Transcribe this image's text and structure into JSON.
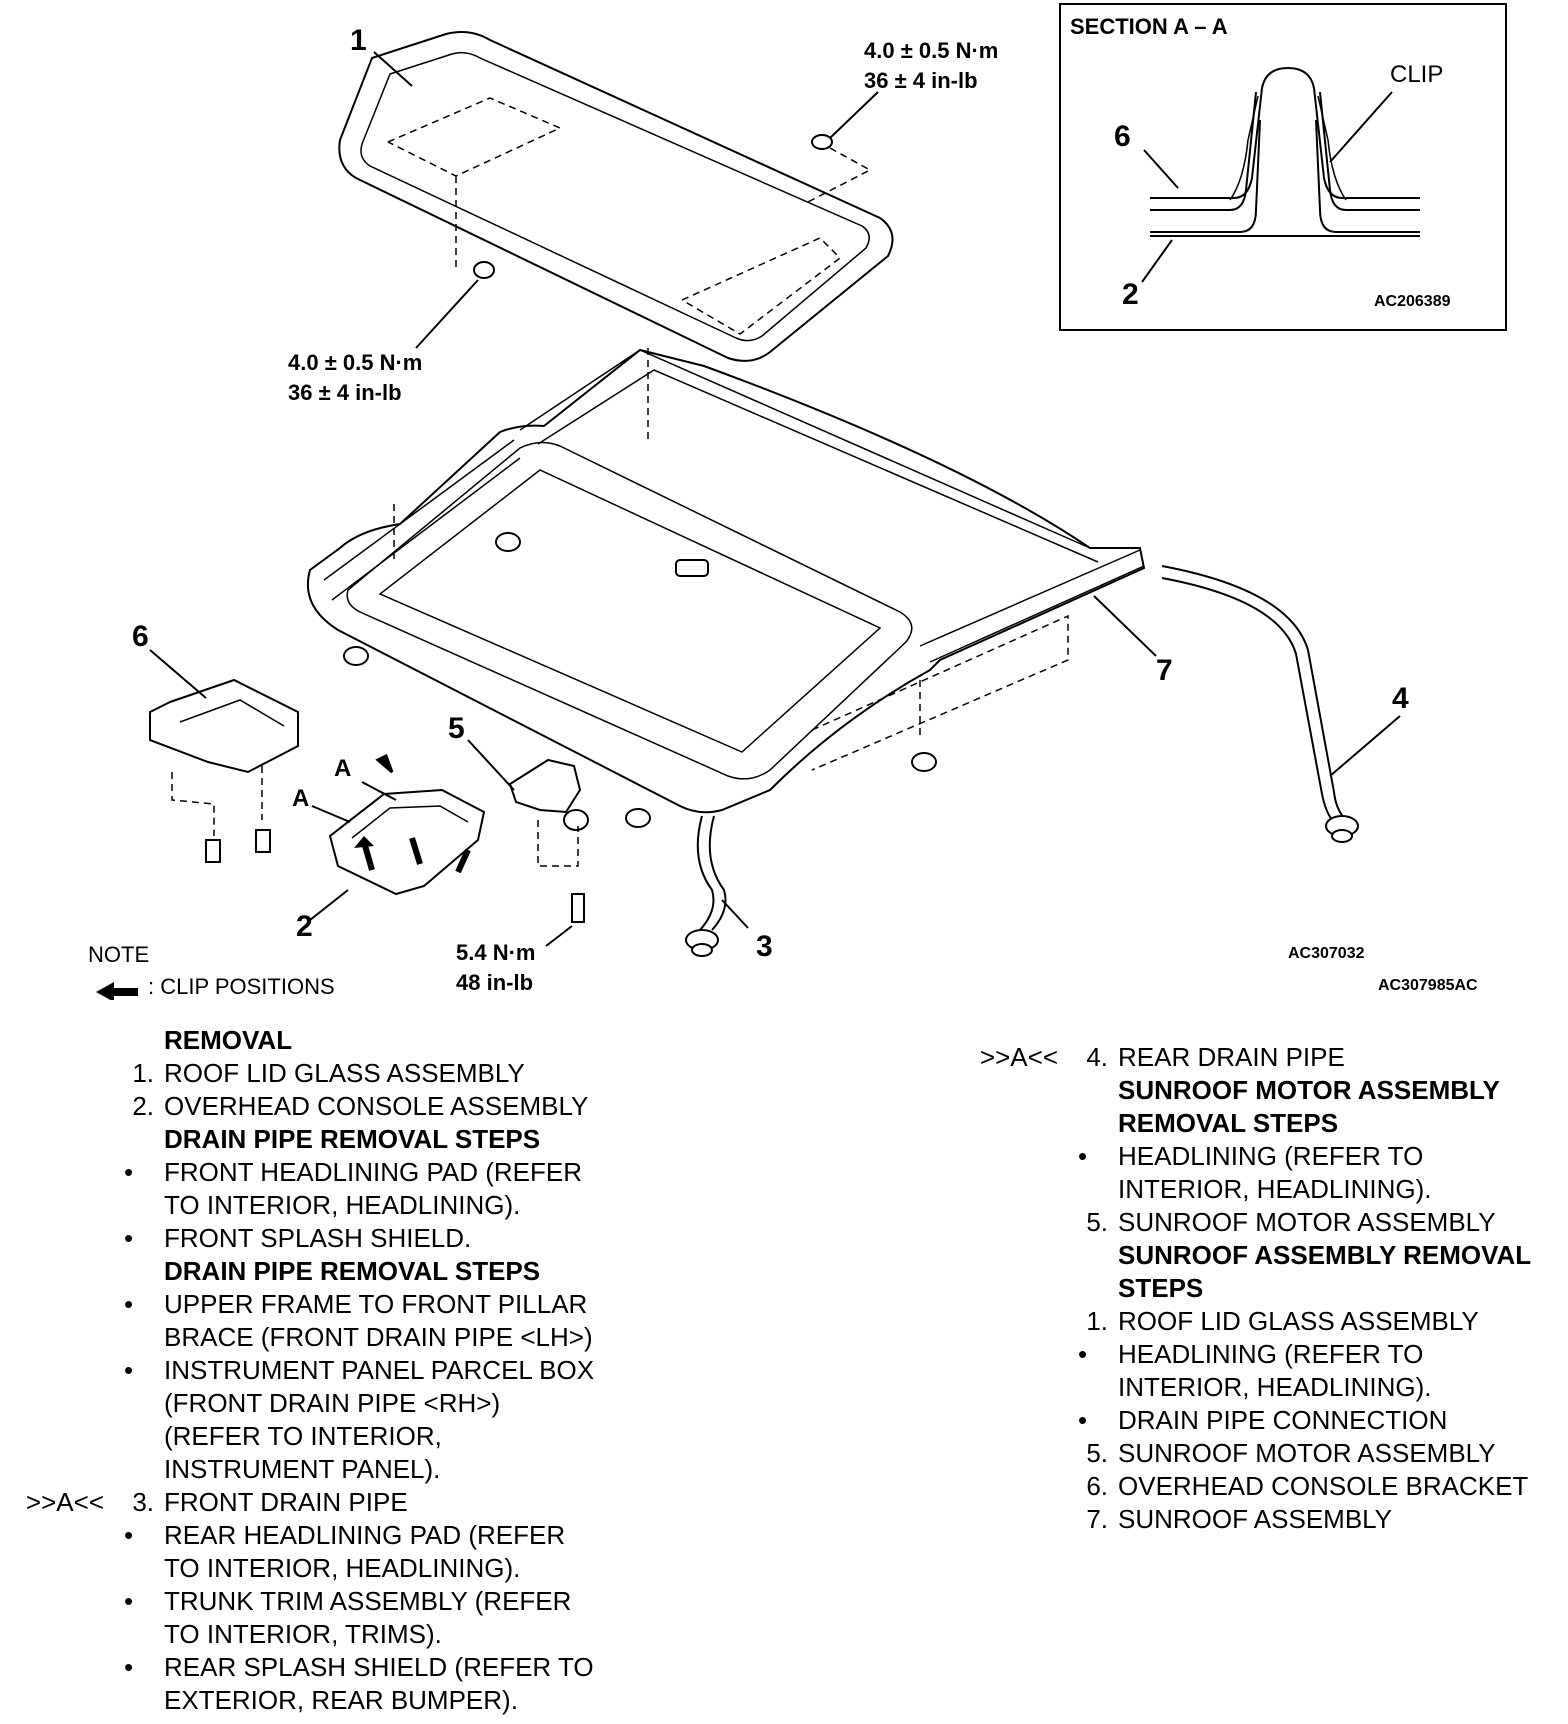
{
  "diagram": {
    "callouts": [
      "1",
      "2",
      "3",
      "4",
      "5",
      "6",
      "7"
    ],
    "torque_top_right": [
      "4.0 ± 0.5 N·m",
      "36 ± 4 in-lb"
    ],
    "torque_left": [
      "4.0 ± 0.5 N·m",
      "36 ± 4 in-lb"
    ],
    "torque_motor": [
      "5.4 N·m",
      "48 in-lb"
    ],
    "arrow_label": "A",
    "figure_codes": [
      "AC307032",
      "AC307985AC"
    ],
    "note_title": "NOTE",
    "note_text": ": CLIP POSITIONS"
  },
  "section": {
    "title": "SECTION A – A",
    "clip_label": "CLIP",
    "label_6": "6",
    "label_2": "2",
    "code": "AC206389"
  },
  "left_list": [
    {
      "kind": "hdr",
      "text": "REMOVAL"
    },
    {
      "kind": "num",
      "marker": "1.",
      "text": "ROOF LID GLASS ASSEMBLY"
    },
    {
      "kind": "num",
      "marker": "2.",
      "text": "OVERHEAD CONSOLE ASSEMBLY"
    },
    {
      "kind": "hdr",
      "text": "DRAIN PIPE REMOVAL STEPS"
    },
    {
      "kind": "bul",
      "marker": "•",
      "text": "FRONT HEADLINING PAD (REFER"
    },
    {
      "kind": "cont",
      "text": "TO INTERIOR, HEADLINING)."
    },
    {
      "kind": "bul",
      "marker": "•",
      "text": "FRONT SPLASH SHIELD."
    },
    {
      "kind": "hdr",
      "text": "DRAIN PIPE REMOVAL STEPS"
    },
    {
      "kind": "bul",
      "marker": "•",
      "text": "UPPER FRAME TO FRONT PILLAR"
    },
    {
      "kind": "cont",
      "text": "BRACE (FRONT DRAIN PIPE <LH>)"
    },
    {
      "kind": "bul",
      "marker": "•",
      "text": "INSTRUMENT PANEL PARCEL BOX"
    },
    {
      "kind": "cont",
      "text": "(FRONT DRAIN PIPE <RH>)"
    },
    {
      "kind": "cont",
      "text": "(REFER TO INTERIOR,"
    },
    {
      "kind": "cont",
      "text": "INSTRUMENT PANEL)."
    },
    {
      "kind": "ref",
      "ref": ">>A<<",
      "marker": "3.",
      "text": "FRONT DRAIN PIPE"
    },
    {
      "kind": "bul",
      "marker": "•",
      "text": "REAR HEADLINING PAD (REFER"
    },
    {
      "kind": "cont",
      "text": "TO INTERIOR, HEADLINING)."
    },
    {
      "kind": "bul",
      "marker": "•",
      "text": "TRUNK TRIM ASSEMBLY (REFER"
    },
    {
      "kind": "cont",
      "text": "TO INTERIOR, TRIMS)."
    },
    {
      "kind": "bul",
      "marker": "•",
      "text": "REAR SPLASH SHIELD (REFER TO"
    },
    {
      "kind": "cont",
      "text": "EXTERIOR, REAR BUMPER)."
    }
  ],
  "right_list": [
    {
      "kind": "ref",
      "ref": ">>A<<",
      "marker": "4.",
      "text": "REAR DRAIN PIPE"
    },
    {
      "kind": "hdr",
      "text": "SUNROOF MOTOR ASSEMBLY"
    },
    {
      "kind": "hdr",
      "text": "REMOVAL STEPS"
    },
    {
      "kind": "bul",
      "marker": "•",
      "text": "HEADLINING (REFER TO"
    },
    {
      "kind": "cont",
      "text": "INTERIOR, HEADLINING)."
    },
    {
      "kind": "num",
      "marker": "5.",
      "text": "SUNROOF MOTOR ASSEMBLY"
    },
    {
      "kind": "hdr",
      "text": "SUNROOF ASSEMBLY REMOVAL"
    },
    {
      "kind": "hdr",
      "text": "STEPS"
    },
    {
      "kind": "num",
      "marker": "1.",
      "text": "ROOF LID GLASS ASSEMBLY"
    },
    {
      "kind": "bul",
      "marker": "•",
      "text": "HEADLINING (REFER TO"
    },
    {
      "kind": "cont",
      "text": "INTERIOR, HEADLINING)."
    },
    {
      "kind": "bul",
      "marker": "•",
      "text": "DRAIN PIPE CONNECTION"
    },
    {
      "kind": "num",
      "marker": "5.",
      "text": "SUNROOF MOTOR ASSEMBLY"
    },
    {
      "kind": "num",
      "marker": "6.",
      "text": "OVERHEAD CONSOLE BRACKET"
    },
    {
      "kind": "num",
      "marker": "7.",
      "text": "SUNROOF ASSEMBLY"
    }
  ]
}
